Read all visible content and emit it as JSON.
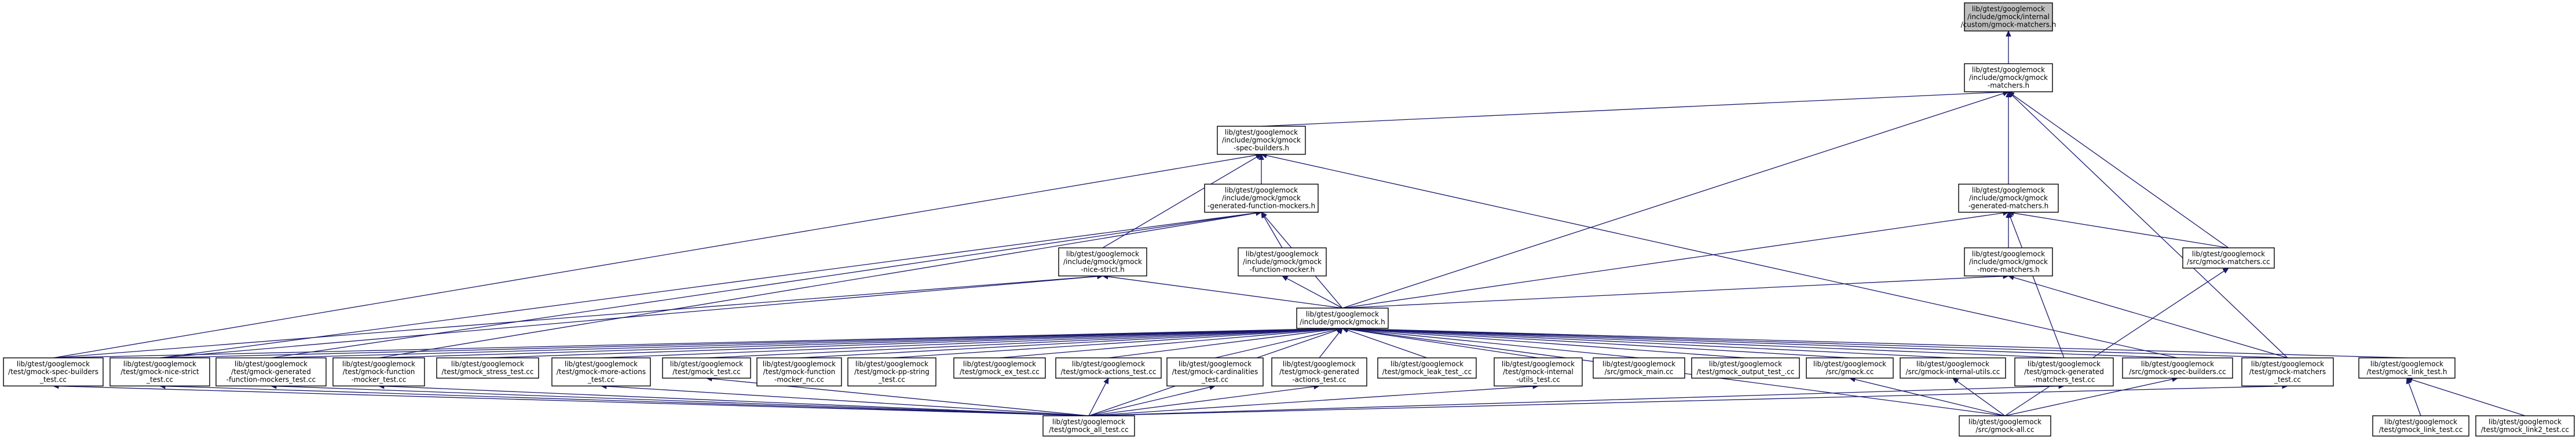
{
  "graph": {
    "title": "",
    "nodes": [
      {
        "id": "root",
        "lines": [
          "lib/gtest/googlemock",
          "/include/gmock/internal",
          "/custom/gmock-matchers.h"
        ],
        "root": true
      },
      {
        "id": "gmock_matchers_h",
        "lines": [
          "lib/gtest/googlemock",
          "/include/gmock/gmock",
          "-matchers.h"
        ]
      },
      {
        "id": "gmock_spec_builders_h",
        "lines": [
          "lib/gtest/googlemock",
          "/include/gmock/gmock",
          "-spec-builders.h"
        ]
      },
      {
        "id": "gen_function_mockers_h",
        "lines": [
          "lib/gtest/googlemock",
          "/include/gmock/gmock",
          "-generated-function-mockers.h"
        ]
      },
      {
        "id": "gen_matchers_h",
        "lines": [
          "lib/gtest/googlemock",
          "/include/gmock/gmock",
          "-generated-matchers.h"
        ]
      },
      {
        "id": "nice_strict_h",
        "lines": [
          "lib/gtest/googlemock",
          "/include/gmock/gmock",
          "-nice-strict.h"
        ]
      },
      {
        "id": "function_mocker_h",
        "lines": [
          "lib/gtest/googlemock",
          "/include/gmock/gmock",
          "-function-mocker.h"
        ]
      },
      {
        "id": "more_matchers_h",
        "lines": [
          "lib/gtest/googlemock",
          "/include/gmock/gmock",
          "-more-matchers.h"
        ]
      },
      {
        "id": "src_gmock_matchers_cc",
        "lines": [
          "lib/gtest/googlemock",
          "/src/gmock-matchers.cc"
        ]
      },
      {
        "id": "gmock_h",
        "lines": [
          "lib/gtest/googlemock",
          "/include/gmock/gmock.h"
        ]
      },
      {
        "id": "t_spec_builders",
        "lines": [
          "lib/gtest/googlemock",
          "/test/gmock-spec-builders",
          "_test.cc"
        ]
      },
      {
        "id": "t_nice_strict",
        "lines": [
          "lib/gtest/googlemock",
          "/test/gmock-nice-strict",
          "_test.cc"
        ]
      },
      {
        "id": "t_gen_function_mockers",
        "lines": [
          "lib/gtest/googlemock",
          "/test/gmock-generated",
          "-function-mockers_test.cc"
        ]
      },
      {
        "id": "t_function_mocker",
        "lines": [
          "lib/gtest/googlemock",
          "/test/gmock-function",
          "-mocker_test.cc"
        ]
      },
      {
        "id": "t_stress",
        "lines": [
          "lib/gtest/googlemock",
          "/test/gmock_stress_test.cc"
        ]
      },
      {
        "id": "t_more_actions",
        "lines": [
          "lib/gtest/googlemock",
          "/test/gmock-more-actions",
          "_test.cc"
        ]
      },
      {
        "id": "t_gmock_test",
        "lines": [
          "lib/gtest/googlemock",
          "/test/gmock_test.cc"
        ]
      },
      {
        "id": "t_function_mocker_nc",
        "lines": [
          "lib/gtest/googlemock",
          "/test/gmock-function",
          "-mocker_nc.cc"
        ]
      },
      {
        "id": "t_pp_string",
        "lines": [
          "lib/gtest/googlemock",
          "/test/gmock-pp-string",
          "_test.cc"
        ]
      },
      {
        "id": "t_ex",
        "lines": [
          "lib/gtest/googlemock",
          "/test/gmock_ex_test.cc"
        ]
      },
      {
        "id": "t_actions",
        "lines": [
          "lib/gtest/googlemock",
          "/test/gmock-actions_test.cc"
        ]
      },
      {
        "id": "t_cardinalities",
        "lines": [
          "lib/gtest/googlemock",
          "/test/gmock-cardinalities",
          "_test.cc"
        ]
      },
      {
        "id": "t_gen_actions",
        "lines": [
          "lib/gtest/googlemock",
          "/test/gmock-generated",
          "-actions_test.cc"
        ]
      },
      {
        "id": "t_leak",
        "lines": [
          "lib/gtest/googlemock",
          "/test/gmock_leak_test_.cc"
        ]
      },
      {
        "id": "t_internal_utils",
        "lines": [
          "lib/gtest/googlemock",
          "/test/gmock-internal",
          "-utils_test.cc"
        ]
      },
      {
        "id": "src_gmock_main",
        "lines": [
          "lib/gtest/googlemock",
          "/src/gmock_main.cc"
        ]
      },
      {
        "id": "t_output",
        "lines": [
          "lib/gtest/googlemock",
          "/test/gmock_output_test_.cc"
        ]
      },
      {
        "id": "src_gmock_cc",
        "lines": [
          "lib/gtest/googlemock",
          "/src/gmock.cc"
        ]
      },
      {
        "id": "src_internal_utils",
        "lines": [
          "lib/gtest/googlemock",
          "/src/gmock-internal-utils.cc"
        ]
      },
      {
        "id": "t_gen_matchers",
        "lines": [
          "lib/gtest/googlemock",
          "/test/gmock-generated",
          "-matchers_test.cc"
        ]
      },
      {
        "id": "src_spec_builders",
        "lines": [
          "lib/gtest/googlemock",
          "/src/gmock-spec-builders.cc"
        ]
      },
      {
        "id": "t_matchers",
        "lines": [
          "lib/gtest/googlemock",
          "/test/gmock-matchers",
          "_test.cc"
        ]
      },
      {
        "id": "link_test_h",
        "lines": [
          "lib/gtest/googlemock",
          "/test/gmock_link_test.h"
        ]
      },
      {
        "id": "t_all",
        "lines": [
          "lib/gtest/googlemock",
          "/test/gmock_all_test.cc"
        ]
      },
      {
        "id": "src_gmock_all",
        "lines": [
          "lib/gtest/googlemock",
          "/src/gmock-all.cc"
        ]
      },
      {
        "id": "t_link",
        "lines": [
          "lib/gtest/googlemock",
          "/test/gmock_link_test.cc"
        ]
      },
      {
        "id": "t_link2",
        "lines": [
          "lib/gtest/googlemock",
          "/test/gmock_link2_test.cc"
        ]
      }
    ],
    "edges": [
      [
        "root",
        "gmock_matchers_h"
      ],
      [
        "gmock_matchers_h",
        "gmock_spec_builders_h"
      ],
      [
        "gmock_matchers_h",
        "gen_matchers_h"
      ],
      [
        "gmock_matchers_h",
        "gmock_h"
      ],
      [
        "gmock_matchers_h",
        "src_gmock_matchers_cc"
      ],
      [
        "gmock_matchers_h",
        "t_matchers"
      ],
      [
        "gmock_spec_builders_h",
        "gen_function_mockers_h"
      ],
      [
        "gmock_spec_builders_h",
        "nice_strict_h"
      ],
      [
        "gmock_spec_builders_h",
        "t_spec_builders"
      ],
      [
        "gmock_spec_builders_h",
        "src_spec_builders"
      ],
      [
        "gen_function_mockers_h",
        "function_mocker_h"
      ],
      [
        "gen_function_mockers_h",
        "gmock_h"
      ],
      [
        "gen_function_mockers_h",
        "t_gen_function_mockers"
      ],
      [
        "gen_function_mockers_h",
        "t_function_mocker"
      ],
      [
        "gen_function_mockers_h",
        "t_nice_strict"
      ],
      [
        "function_mocker_h",
        "gmock_h"
      ],
      [
        "nice_strict_h",
        "gmock_h"
      ],
      [
        "nice_strict_h",
        "t_nice_strict"
      ],
      [
        "nice_strict_h",
        "t_spec_builders"
      ],
      [
        "gen_matchers_h",
        "more_matchers_h"
      ],
      [
        "gen_matchers_h",
        "gmock_h"
      ],
      [
        "gen_matchers_h",
        "src_gmock_matchers_cc"
      ],
      [
        "gen_matchers_h",
        "t_gen_matchers"
      ],
      [
        "more_matchers_h",
        "gmock_h"
      ],
      [
        "more_matchers_h",
        "t_matchers"
      ],
      [
        "src_gmock_matchers_cc",
        "src_gmock_all"
      ],
      [
        "gmock_h",
        "t_spec_builders"
      ],
      [
        "gmock_h",
        "t_nice_strict"
      ],
      [
        "gmock_h",
        "t_gen_function_mockers"
      ],
      [
        "gmock_h",
        "t_function_mocker"
      ],
      [
        "gmock_h",
        "t_stress"
      ],
      [
        "gmock_h",
        "t_more_actions"
      ],
      [
        "gmock_h",
        "t_gmock_test"
      ],
      [
        "gmock_h",
        "t_function_mocker_nc"
      ],
      [
        "gmock_h",
        "t_pp_string"
      ],
      [
        "gmock_h",
        "t_ex"
      ],
      [
        "gmock_h",
        "t_actions"
      ],
      [
        "gmock_h",
        "t_cardinalities"
      ],
      [
        "gmock_h",
        "t_gen_actions"
      ],
      [
        "gmock_h",
        "t_leak"
      ],
      [
        "gmock_h",
        "t_internal_utils"
      ],
      [
        "gmock_h",
        "src_gmock_main"
      ],
      [
        "gmock_h",
        "t_output"
      ],
      [
        "gmock_h",
        "src_gmock_cc"
      ],
      [
        "gmock_h",
        "src_internal_utils"
      ],
      [
        "gmock_h",
        "t_gen_matchers"
      ],
      [
        "gmock_h",
        "src_spec_builders"
      ],
      [
        "gmock_h",
        "t_matchers"
      ],
      [
        "gmock_h",
        "link_test_h"
      ],
      [
        "gmock_h",
        "t_all"
      ],
      [
        "gmock_h",
        "src_gmock_all"
      ],
      [
        "t_spec_builders",
        "t_all"
      ],
      [
        "t_nice_strict",
        "t_all"
      ],
      [
        "t_gen_function_mockers",
        "t_all"
      ],
      [
        "t_function_mocker",
        "t_all"
      ],
      [
        "t_more_actions",
        "t_all"
      ],
      [
        "t_gmock_test",
        "t_all"
      ],
      [
        "t_actions",
        "t_all"
      ],
      [
        "t_cardinalities",
        "t_all"
      ],
      [
        "t_gen_actions",
        "t_all"
      ],
      [
        "t_internal_utils",
        "t_all"
      ],
      [
        "t_gen_matchers",
        "t_all"
      ],
      [
        "t_matchers",
        "t_all"
      ],
      [
        "src_gmock_cc",
        "src_gmock_all"
      ],
      [
        "src_internal_utils",
        "src_gmock_all"
      ],
      [
        "src_spec_builders",
        "src_gmock_all"
      ],
      [
        "link_test_h",
        "t_link"
      ],
      [
        "link_test_h",
        "t_link2"
      ]
    ]
  }
}
